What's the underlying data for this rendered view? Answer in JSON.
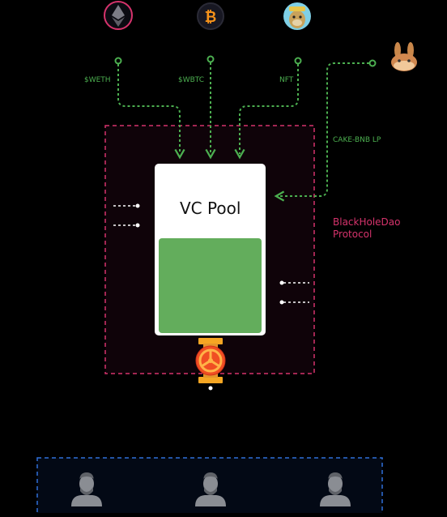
{
  "tokens": [
    {
      "icon": "ethereum-icon",
      "label": "$WETH"
    },
    {
      "icon": "bitcoin-icon",
      "label": "$WBTC"
    },
    {
      "icon": "bored-ape-nft-icon",
      "label": "NFT"
    },
    {
      "icon": "pancakeswap-bunny-icon",
      "label": "CAKE-BNB LP"
    }
  ],
  "pool": {
    "title": "VC Pool",
    "fill_color": "#63ad5c",
    "level": 0.58
  },
  "protocol": {
    "line1": "BlackHoleDao",
    "line2": "Protocol",
    "color": "#d6336c"
  },
  "colors": {
    "flow": "#4caf50",
    "protocol_border": "#d6336c",
    "users_border": "#2f6fd8",
    "valve": "#f5a623"
  },
  "users": [
    {
      "icon": "user-avatar-icon"
    },
    {
      "icon": "user-avatar-icon"
    },
    {
      "icon": "user-avatar-icon"
    }
  ]
}
